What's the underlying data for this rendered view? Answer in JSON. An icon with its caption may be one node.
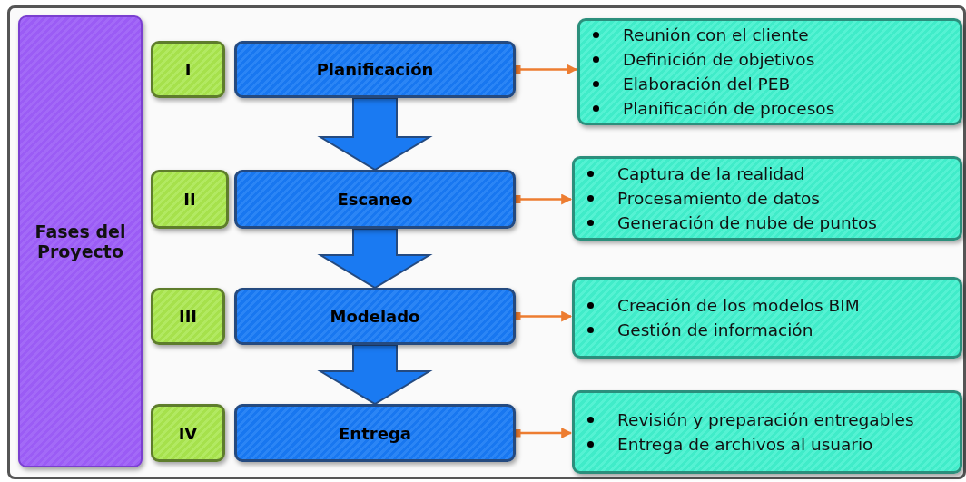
{
  "diagram": {
    "nodes": [
      {
        "text": [
          "Fases del Proyecto"
        ]
      },
      {
        "text": [
          "I"
        ]
      },
      {
        "text": [
          "Planificación"
        ]
      },
      {
        "text": [
          "Reunión con el cliente",
          "Definición de objetivos",
          "Elaboración del PEB",
          "Planificación de procesos"
        ]
      },
      {
        "text": [
          "II"
        ]
      },
      {
        "text": [
          "Escaneo"
        ]
      },
      {
        "text": [
          "Captura de la realidad",
          "Procesamiento de datos",
          "Generación de nube de puntos"
        ]
      },
      {
        "text": [
          "III"
        ]
      },
      {
        "text": [
          "Modelado"
        ]
      },
      {
        "text": [
          "Creación de los  modelos BIM",
          "Gestión de información"
        ]
      },
      {
        "text": [
          "IV"
        ]
      },
      {
        "text": [
          "Entrega"
        ]
      },
      {
        "text": [
          "Revisión y preparación entregables",
          "Entrega de archivos al usuario"
        ]
      }
    ],
    "edges": [
      {
        "from": 2,
        "to": 3,
        "arrow": "to"
      },
      {
        "from": 5,
        "to": 6,
        "arrow": "to"
      },
      {
        "from": 8,
        "to": 9,
        "arrow": "to"
      },
      {
        "from": 11,
        "to": 12,
        "arrow": "to"
      },
      {
        "from": 2,
        "to": 5,
        "arrow": "to",
        "style": "thick",
        "color": "#1a7af2"
      },
      {
        "from": 5,
        "to": 8,
        "arrow": "to",
        "style": "thick",
        "color": "#1a7af2"
      },
      {
        "from": 8,
        "to": 11,
        "arrow": "to",
        "style": "thick",
        "color": "#1a7af2"
      }
    ]
  }
}
